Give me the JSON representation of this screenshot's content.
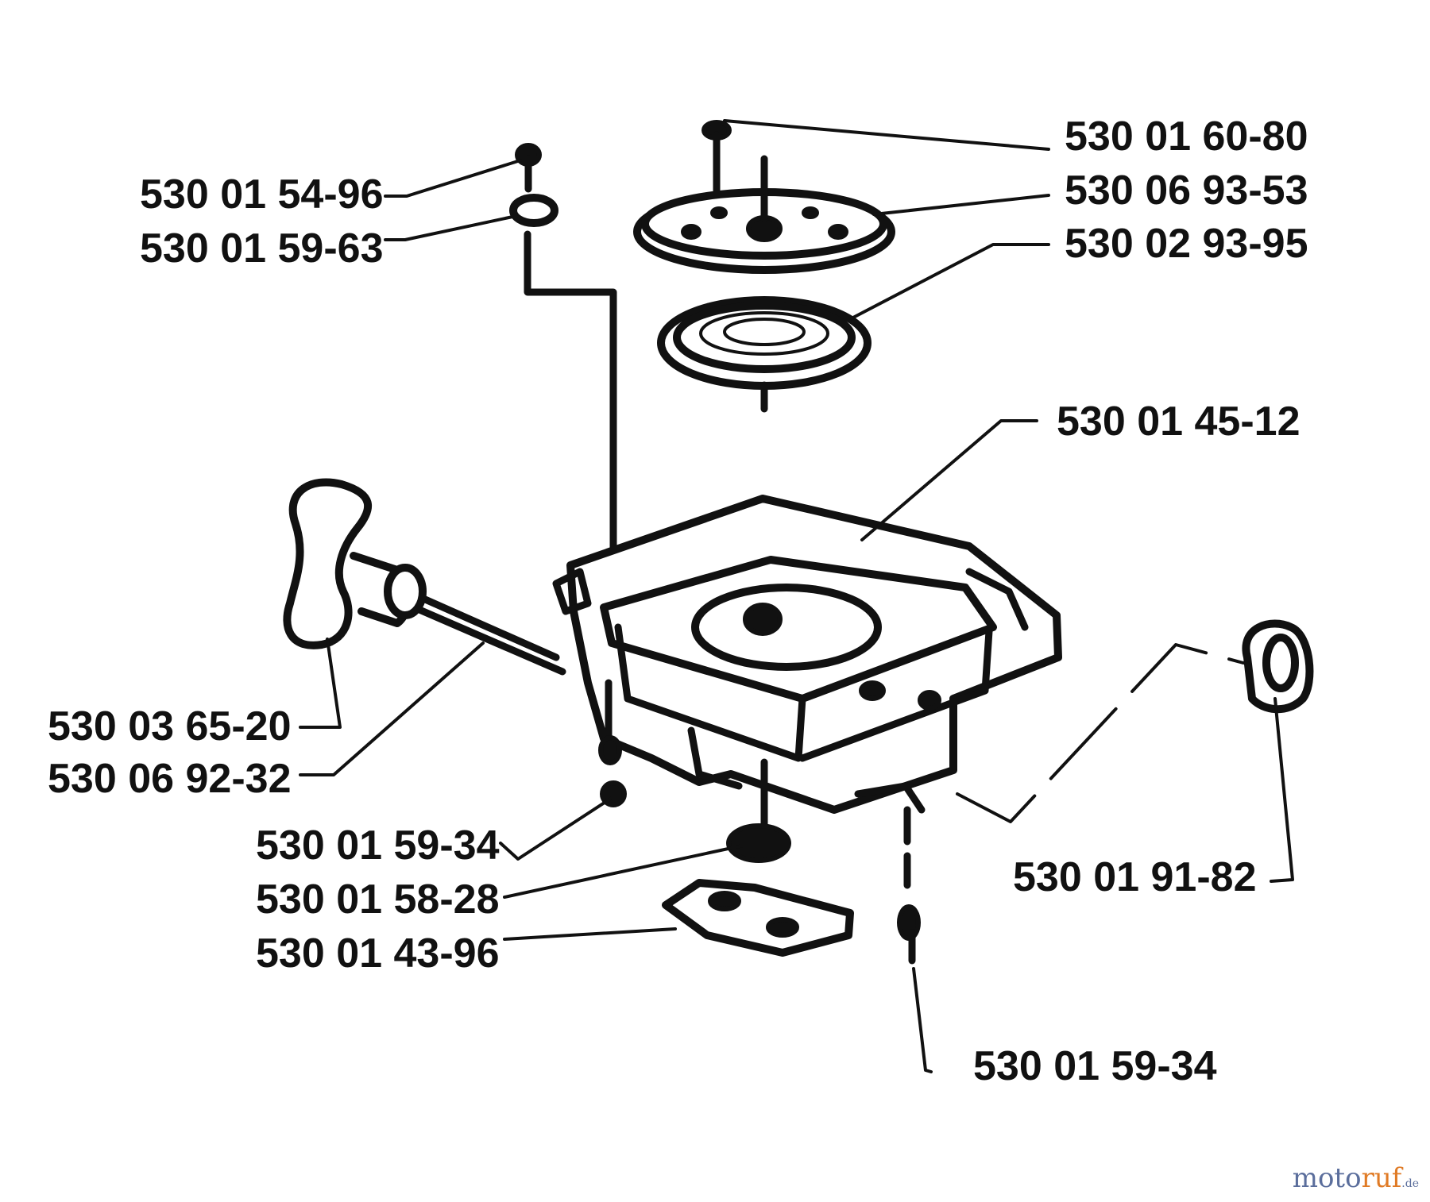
{
  "labels": {
    "p1": "530 01 60-80",
    "p2": "530 06 93-53",
    "p3": "530 02 93-95",
    "p4": "530 01 54-96",
    "p5": "530 01 59-63",
    "p6": "530 01 45-12",
    "p7": "530 03 65-20",
    "p8": "530 06 92-32",
    "p9": "530 01 59-34",
    "p10": "530 01 58-28",
    "p11": "530 01 43-96",
    "p12": "530 01 91-82",
    "p13": "530 01 59-34"
  },
  "watermark": {
    "part1": "moto",
    "part2": "ruf",
    "part3": ".de"
  }
}
